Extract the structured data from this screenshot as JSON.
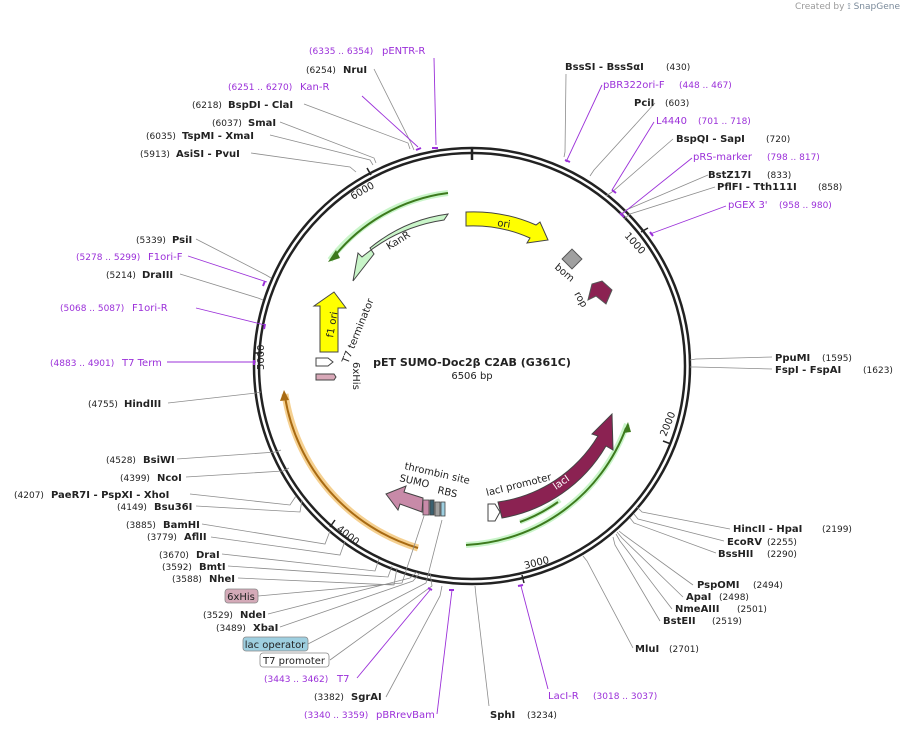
{
  "credit": {
    "prefix": "Created by",
    "brand": "SnapGene"
  },
  "plasmid": {
    "name": "pET SUMO-Doc2β C2AB (G361C)",
    "length": "6506 bp"
  },
  "ticks": [
    "1000",
    "2000",
    "3000",
    "4000",
    "5000",
    "6000"
  ],
  "features": [
    {
      "name": "ori",
      "color": "#ffff00"
    },
    {
      "name": "KanR",
      "color": "#c9f5c9"
    },
    {
      "name": "f1 ori",
      "color": "#ffff00"
    },
    {
      "name": "T7 terminator",
      "color": "#ffffff"
    },
    {
      "name": "6xHis",
      "color": "#d8a8b8"
    },
    {
      "name": "bom",
      "color": "#a0a0a0"
    },
    {
      "name": "rop",
      "color": "#8b2252"
    },
    {
      "name": "lacI",
      "color": "#8b2252"
    },
    {
      "name": "lacI promoter",
      "color": "#ffffff"
    },
    {
      "name": "thrombin site",
      "color": "#3a6070"
    },
    {
      "name": "SUMO",
      "color": "#c88aa8"
    },
    {
      "name": "RBS",
      "color": "#a0a0a0"
    }
  ],
  "sites": [
    {
      "enz": "NruI",
      "pos": "(6254)"
    },
    {
      "enz": "BspDI  - ClaI",
      "pos": "(6218)"
    },
    {
      "enz": "SmaI",
      "pos": "(6037)"
    },
    {
      "enz": "TspMI  - XmaI",
      "pos": "(6035)"
    },
    {
      "enz": "AsiSI  - PvuI",
      "pos": "(5913)"
    },
    {
      "enz": "PsiI",
      "pos": "(5339)"
    },
    {
      "enz": "DraIII",
      "pos": "(5214)"
    },
    {
      "enz": "HindIII",
      "pos": "(4755)"
    },
    {
      "enz": "BsiWI",
      "pos": "(4528)"
    },
    {
      "enz": "NcoI",
      "pos": "(4399)"
    },
    {
      "enz": "PaeR7I  - PspXI  - XhoI",
      "pos": "(4207)"
    },
    {
      "enz": "Bsu36I",
      "pos": "(4149)"
    },
    {
      "enz": "BamHI",
      "pos": "(3885)"
    },
    {
      "enz": "AflII",
      "pos": "(3779)"
    },
    {
      "enz": "DraI",
      "pos": "(3670)"
    },
    {
      "enz": "BmtI",
      "pos": "(3592)"
    },
    {
      "enz": "NheI",
      "pos": "(3588)"
    },
    {
      "enz": "NdeI",
      "pos": "(3529)"
    },
    {
      "enz": "XbaI",
      "pos": "(3489)"
    },
    {
      "enz": "SgrAI",
      "pos": "(3382)"
    },
    {
      "enz": "SphI",
      "pos": "(3234)"
    },
    {
      "enz": "BssSI  - BssSαI",
      "pos": "(430)"
    },
    {
      "enz": "PciI",
      "pos": "(603)"
    },
    {
      "enz": "BspQI  - SapI",
      "pos": "(720)"
    },
    {
      "enz": "BstZ17I",
      "pos": "(833)"
    },
    {
      "enz": "PflFI  - Tth111I",
      "pos": "(858)"
    },
    {
      "enz": "PpuMI",
      "pos": "(1595)"
    },
    {
      "enz": "FspI  - FspAI",
      "pos": "(1623)"
    },
    {
      "enz": "HincII  - HpaI",
      "pos": "(2199)"
    },
    {
      "enz": "EcoRV",
      "pos": "(2255)"
    },
    {
      "enz": "BssHII",
      "pos": "(2290)"
    },
    {
      "enz": "PspOMI",
      "pos": "(2494)"
    },
    {
      "enz": "ApaI",
      "pos": "(2498)"
    },
    {
      "enz": "NmeAIII",
      "pos": "(2501)"
    },
    {
      "enz": "BstEII",
      "pos": "(2519)"
    },
    {
      "enz": "MluI",
      "pos": "(2701)"
    }
  ],
  "primers": [
    {
      "name": "pENTR-R",
      "pos": "(6335 .. 6354)"
    },
    {
      "name": "Kan-R",
      "pos": "(6251 .. 6270)"
    },
    {
      "name": "F1ori-F",
      "pos": "(5278 .. 5299)"
    },
    {
      "name": "F1ori-R",
      "pos": "(5068 .. 5087)"
    },
    {
      "name": "T7 Term",
      "pos": "(4883 .. 4901)"
    },
    {
      "name": "T7",
      "pos": "(3443 .. 3462)"
    },
    {
      "name": "pBRrevBam",
      "pos": "(3340 .. 3359)"
    },
    {
      "name": "LacI-R",
      "pos": "(3018 .. 3037)"
    },
    {
      "name": "pBR322ori-F",
      "pos": "(448 .. 467)"
    },
    {
      "name": "L4440",
      "pos": "(701 .. 718)"
    },
    {
      "name": "pRS-marker",
      "pos": "(798 .. 817)"
    },
    {
      "name": "pGEX 3'",
      "pos": "(958 .. 980)"
    }
  ],
  "boxed": [
    {
      "name": "6xHis",
      "fill": "#d4aab8"
    },
    {
      "name": "lac operator",
      "fill": "#9ecfe0"
    },
    {
      "name": "T7 promoter",
      "fill": "#ffffff"
    }
  ]
}
